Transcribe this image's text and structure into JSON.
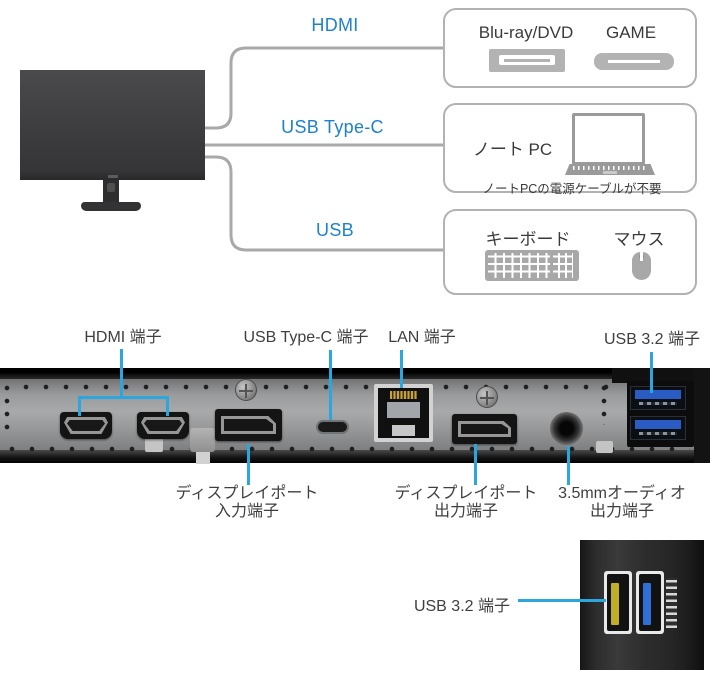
{
  "colors": {
    "connection_label_blue": "#1d82cb",
    "callout_line_blue": "#2ba6de",
    "cable_gray": "#a9a9a9",
    "box_border_gray": "#b2b2b2",
    "device_icon_gray": "#b0b0b0",
    "panel_label_dark": "#3f3f3f",
    "usb_tab_blue": "#2f6fd6",
    "usb_tab_yellow": "#bfae28"
  },
  "diagram": {
    "connections": [
      {
        "label": "HDMI",
        "devices": [
          {
            "name": "Blu-ray/DVD",
            "icon": "bluray-player-icon"
          },
          {
            "name": "GAME",
            "icon": "game-console-icon"
          }
        ]
      },
      {
        "label": "USB Type-C",
        "devices": [
          {
            "name": "ノート PC",
            "icon": "laptop-icon"
          }
        ],
        "note": "ノートPCの電源ケーブルが不要"
      },
      {
        "label": "USB",
        "devices": [
          {
            "name": "キーボード",
            "icon": "keyboard-icon"
          },
          {
            "name": "マウス",
            "icon": "mouse-icon"
          }
        ]
      }
    ]
  },
  "rear_panel": {
    "top_labels": [
      {
        "text": "HDMI 端子"
      },
      {
        "text": "USB Type-C 端子"
      },
      {
        "text": "LAN 端子"
      },
      {
        "text": "USB 3.2 端子"
      }
    ],
    "bottom_labels": [
      {
        "line1": "ディスプレイポート",
        "line2": "入力端子"
      },
      {
        "line1": "ディスプレイポート",
        "line2": "出力端子"
      },
      {
        "line1": "3.5mmオーディオ",
        "line2": "出力端子"
      }
    ]
  },
  "closeup": {
    "label": "USB 3.2 端子"
  }
}
